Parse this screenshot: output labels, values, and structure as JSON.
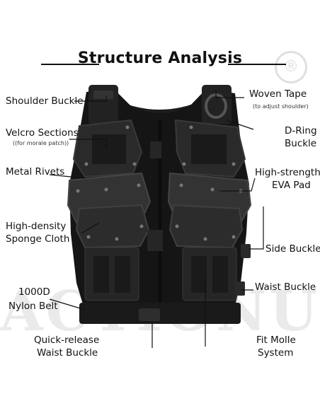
{
  "title": "Structure Analysis",
  "watermark": "ACTIONUNION",
  "labels": {
    "shoulder_buckle": "Shoulder Buckle",
    "woven_tape": "Woven Tape",
    "woven_tape_sub": "(to adjust shoulder)",
    "velcro_sections": "Velcro Sections",
    "velcro_sections_sub": "((for morale patch))",
    "d_ring_1": "D-Ring",
    "d_ring_2": "Buckle",
    "metal_rivets": "Metal Rivets",
    "eva_pad_1": "High-strength",
    "eva_pad_2": "EVA Pad",
    "sponge_1": "High-density",
    "sponge_2": "Sponge Cloth",
    "side_buckle": "Side Buckle",
    "waist_buckle": "Waist Buckle",
    "nylon_belt_1": "1000D",
    "nylon_belt_2": "Nylon Belt",
    "quick_release_1": "Quick-release",
    "quick_release_2": "Waist Buckle",
    "molle_1": "Fit Molle",
    "molle_2": "System"
  },
  "colors": {
    "vest_black": "#151515",
    "panel_dark": "#2a2a2a",
    "panel_light": "#444444",
    "text": "#111111",
    "background": "#ffffff"
  }
}
